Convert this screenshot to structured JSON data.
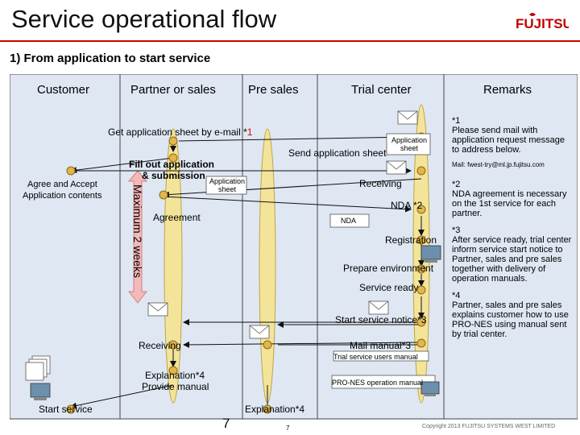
{
  "title": "Service operational flow",
  "logo": "FUJITSU",
  "subtitle": "1) From application to start service",
  "lanes": {
    "customer": "Customer",
    "partner": "Partner or sales",
    "presales": "Pre sales",
    "trial": "Trial center",
    "remarks": "Remarks"
  },
  "flow": {
    "get_sheet": "Get application sheet by e-mail *",
    "get_sheet_ref": "1",
    "send_sheet": "Send application sheet",
    "application_sheet_1": "Application sheet",
    "fill_out": "Fill out application",
    "submission": "& submission",
    "application_sheet_2": "Application sheet",
    "agree": "Agree and Accept",
    "app_contents": "Application contents",
    "max_weeks": "Maximum 2 weeks",
    "receiving_1": "Receiving",
    "nda_2": "NDA *2",
    "agreement": "Agreement",
    "nda_doc": "NDA",
    "registration": "Registration",
    "prepare_env": "Prepare environment",
    "service_ready": "Service ready",
    "start_notice": "Start service notice*3",
    "mail_manual": "Mail manual*3",
    "receiving_2": "Receiving",
    "trial_manual": "Trial service users manual",
    "explanation_4": "Explanation*4",
    "provide_manual": "Provide manual",
    "pro_nes_manual": "PRO-NES operation manual",
    "start_service": "Start service",
    "explanation_4b": "Explanation*4"
  },
  "remarks": {
    "r1": "*1\nPlease send mail with application request message to address below.",
    "mail": "Mail: fwest-try@ml.jp.fujitsu.com",
    "r2": "*2\nNDA agreement is necessary on the 1st service for each partner.",
    "r3": "*3\nAfter service ready, trial center inform service start notice to Partner, sales and pre sales together with delivery of operation manuals.",
    "r4": "*4\nPartner, sales and pre sales explains customer how to use PRO-NES using manual sent by trial center."
  },
  "footer": {
    "page": "7",
    "page_small": "7",
    "copyright": "Copyright 2013 FUJITSU SYSTEMS WEST LIMITED"
  },
  "colors": {
    "brand_red": "#c00000",
    "lane_fill": "#dfe7f3",
    "ellipse_yellow": "#f3e49a",
    "node_gold": "#e2b64b",
    "arrow_pink": "#f4b9b9",
    "ref_red": "#e00000"
  }
}
